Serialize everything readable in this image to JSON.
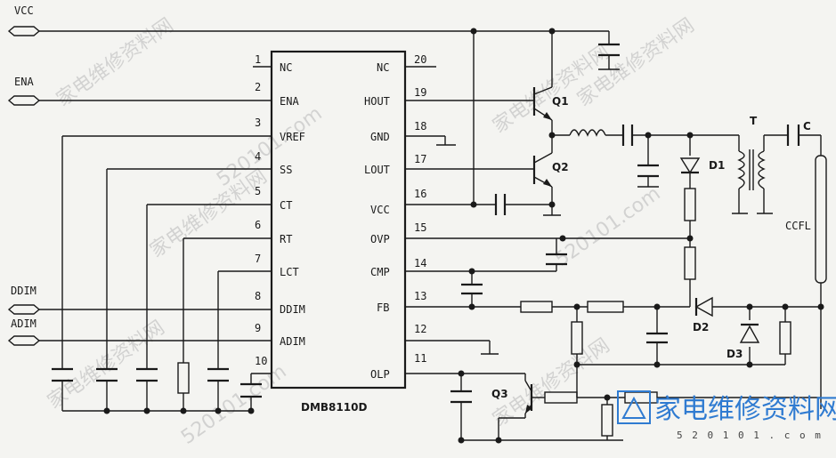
{
  "ic": {
    "name": "DMB8110D",
    "left_pins": [
      {
        "num": "1",
        "label": "NC"
      },
      {
        "num": "2",
        "label": "ENA"
      },
      {
        "num": "3",
        "label": "VREF"
      },
      {
        "num": "4",
        "label": "SS"
      },
      {
        "num": "5",
        "label": "CT"
      },
      {
        "num": "6",
        "label": "RT"
      },
      {
        "num": "7",
        "label": "LCT"
      },
      {
        "num": "8",
        "label": "DDIM"
      },
      {
        "num": "9",
        "label": "ADIM"
      },
      {
        "num": "10",
        "label": ""
      }
    ],
    "right_pins": [
      {
        "num": "20",
        "label": "NC"
      },
      {
        "num": "19",
        "label": "HOUT"
      },
      {
        "num": "18",
        "label": "GND"
      },
      {
        "num": "17",
        "label": "LOUT"
      },
      {
        "num": "16",
        "label": "VCC"
      },
      {
        "num": "15",
        "label": "OVP"
      },
      {
        "num": "14",
        "label": "CMP"
      },
      {
        "num": "13",
        "label": "FB"
      },
      {
        "num": "12",
        "label": ""
      },
      {
        "num": "11",
        "label": "OLP"
      }
    ]
  },
  "inputs": {
    "vcc": "VCC",
    "ena": "ENA",
    "ddim": "DDIM",
    "adim": "ADIM"
  },
  "components": {
    "q1": "Q1",
    "q2": "Q2",
    "q3": "Q3",
    "d1": "D1",
    "d2": "D2",
    "d3": "D3",
    "transformer": "T",
    "cap_c": "C",
    "lamp": "CCFL"
  },
  "watermark": {
    "text": "家电维修资料网",
    "url": "520101.com"
  },
  "logo": {
    "text": "家电维修资料网",
    "url": "5 2 0 1 0 1 . c o m"
  }
}
